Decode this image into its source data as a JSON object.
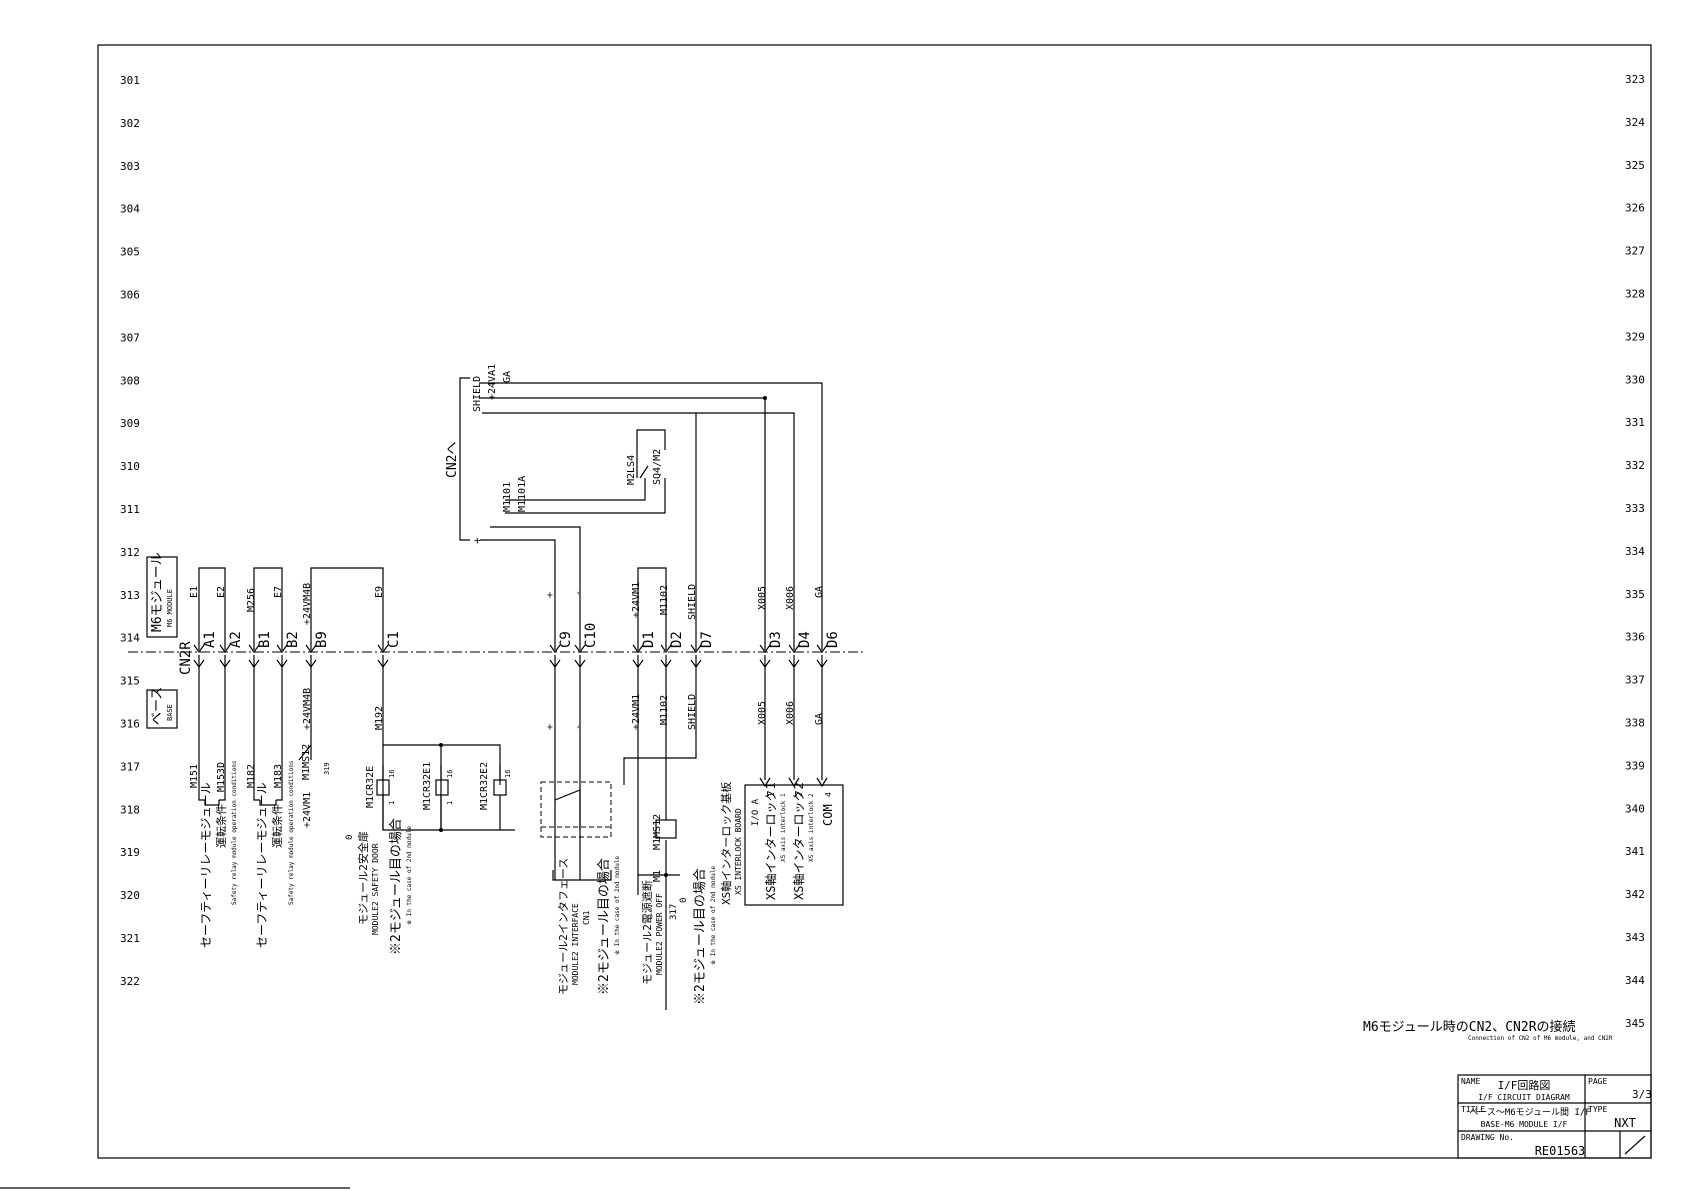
{
  "row_numbers_left": [
    "301",
    "302",
    "303",
    "304",
    "305",
    "306",
    "307",
    "308",
    "309",
    "310",
    "311",
    "312",
    "313",
    "314",
    "315",
    "316",
    "317",
    "318",
    "319",
    "320",
    "321",
    "322"
  ],
  "row_numbers_right": [
    "323",
    "324",
    "325",
    "326",
    "327",
    "328",
    "329",
    "330",
    "331",
    "332",
    "333",
    "334",
    "335",
    "336",
    "337",
    "338",
    "339",
    "340",
    "341",
    "342",
    "343",
    "344",
    "345"
  ],
  "modules": {
    "m6_jp": "M6モジュール",
    "m6_en": "M6 MODULE",
    "base_jp": "ベース",
    "base_en": "BASE"
  },
  "connectors": {
    "cn2r": "CN2R",
    "cn2": "CN2へ"
  },
  "pins": [
    "A1",
    "A2",
    "B1",
    "B2",
    "B9",
    "C1",
    "C9",
    "C10",
    "D1",
    "D2",
    "D7",
    "D3",
    "D4",
    "D6"
  ],
  "upper_signals": {
    "e1": "E1",
    "e2": "E2",
    "m256": "M256",
    "e7": "E7",
    "v24vm4b": "+24VM4B",
    "e9": "E9",
    "plus": "+",
    "minus": "-",
    "v24vm1": "+24VM1",
    "m1102": "M1102",
    "shield": "SHIELD",
    "x005": "X005",
    "x006": "X006",
    "ga": "GA"
  },
  "lower_signals": {
    "v24vm4b": "+24VM4B",
    "m192": "M192",
    "plus": "+",
    "minus": "-",
    "v24vm1": "+24VM1",
    "m1102": "M1102",
    "shield": "SHIELD",
    "x005": "X005",
    "x006": "X006",
    "ga": "GA"
  },
  "top_wires": {
    "shield": "SHIELD",
    "v24va1": "+24VA1",
    "ga": "GA",
    "m1101": "M1101",
    "m1101a": "M1101A",
    "m2ls4": "M2LS4",
    "sq4_m2": "SQ4/M2",
    "plus": "+",
    "minus": "-"
  },
  "bottom_wires": {
    "m151": "M151",
    "m153d": "M153D",
    "m182": "M182",
    "m183": "M183",
    "m1ms12": "M1MS12",
    "n319": "319",
    "v24vm1": "+24VM1",
    "m1cr32e": "M1CR32E",
    "m1cr32e1": "M1CR32E1",
    "m1cr32e2": "M1CR32E2",
    "n16": "16",
    "n1": "1",
    "coil_m1ms12": "M1MS12",
    "m1": "M1",
    "n317": "317",
    "zero1": "0",
    "zero2": "0"
  },
  "descriptions": {
    "safety_relay1_jp": "セーフティーリレーモジュール",
    "safety_relay1_jp2": "運転条件",
    "safety_relay1_en": "Safety relay module operation conditions",
    "safety_relay2_jp": "セーフティーリレーモジュール",
    "safety_relay2_jp2": "運転条件",
    "safety_relay2_en": "Safety relay module operation conditions",
    "safety_door_jp": "モジュール2安全扉",
    "safety_door_en": "MODULE2 SAFETY DOOR",
    "note2_jp": "※2モジュール目の場合",
    "note2_en": "※ In the case of 2nd module",
    "interface_jp": "モジュール2インタフェース",
    "interface_en": "MODULE2 INTERFACE",
    "interface_cn": "CN1",
    "note3_jp": "※2モジュール目の場合",
    "note3_en": "※ In the case of 2nd module",
    "power_off_jp": "モジュール2電源遮断",
    "power_off_en": "MODULE2 POWER OFF",
    "note4_jp": "※2モジュール目の場合",
    "note4_en": "※ In the case of 2nd module",
    "xs_board_jp": "XS軸インターロック基板",
    "xs_board_en": "XS INTERLOCK BOARD",
    "io_a": "I/O A",
    "xs_il1_jp": "XS軸インターロック1",
    "xs_il1_en": "XS axis interlock 1",
    "xs_il2_jp": "XS軸インターロック2",
    "xs_il2_en": "XS axis interlock 2",
    "com": "COM",
    "n1": "1",
    "n2": "2",
    "n4": "4"
  },
  "caption": {
    "jp": "M6モジュール時のCN2、CN2Rの接続",
    "en": "Connection of CN2 of M6 module, and CN2R"
  },
  "title_block": {
    "name_label": "NAME",
    "name_jp": "I/F回路図",
    "name_en": "I/F CIRCUIT DIAGRAM",
    "page_label": "PAGE",
    "page_value": "3/3",
    "title_label": "TITLE",
    "title_jp": "ベース～M6モジュール間 I/F",
    "title_en": "BASE-M6 MODULE I/F",
    "type_label": "TYPE",
    "type_value": "NXT",
    "drawing_label": "DRAWING No.",
    "drawing_value": "RE01563"
  }
}
